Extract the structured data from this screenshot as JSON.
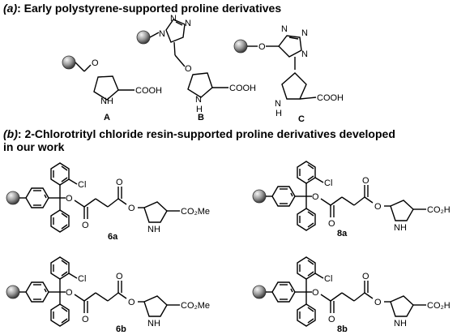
{
  "section_a": {
    "tag": "(a)",
    "title": ": Early polystyrene-supported proline derivatives"
  },
  "section_b": {
    "tag": "(b)",
    "title_line1": ": 2-Chlorotrityl chloride resin-supported proline derivatives developed",
    "title_line2": "in our work"
  },
  "atoms": {
    "O": "O",
    "N": "N",
    "NH": "NH",
    "H": "H",
    "Cl": "Cl",
    "COOH": "COOH",
    "CO2Me": "CO₂Me",
    "CO2H": "CO₂H"
  },
  "compounds": {
    "A": "A",
    "B": "B",
    "C": "C",
    "c6a": "6a",
    "c8a": "8a",
    "c6b": "6b",
    "c8b": "8b"
  },
  "colors": {
    "resin_bead_light": "#d9d9d9",
    "resin_bead_dark": "#3a3a3a",
    "ink": "#000000"
  }
}
